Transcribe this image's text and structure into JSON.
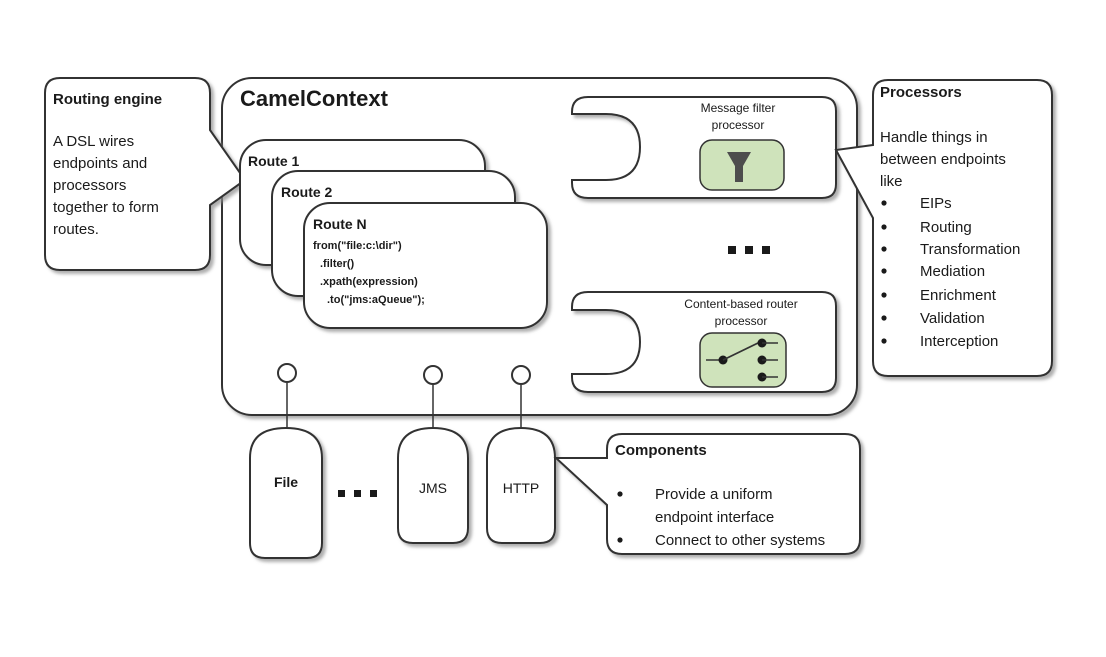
{
  "camel_context": {
    "title": "CamelContext"
  },
  "routing_engine": {
    "title": "Routing engine",
    "lines": [
      "A DSL wires",
      "endpoints and",
      "processors",
      "together to form",
      "routes."
    ]
  },
  "routes": {
    "route1": "Route 1",
    "route2": "Route 2",
    "routeN": {
      "title": "Route N",
      "code": [
        "from(\"file:c:\\dir\")",
        ".filter()",
        ".xpath(expression)",
        ".to(\"jms:aQueue\");"
      ]
    }
  },
  "message_filter": {
    "label_lines": [
      "Message filter",
      "processor"
    ]
  },
  "ellipsis": "...",
  "content_router": {
    "label_lines": [
      "Content-based router",
      "processor"
    ]
  },
  "processors_box": {
    "title": "Processors",
    "intro": [
      "Handle things in",
      "between endpoints",
      "like"
    ],
    "items": [
      "EIPs",
      "Routing",
      "Transformation",
      "Mediation",
      "Enrichment",
      "Validation",
      "Interception"
    ]
  },
  "endpoints": {
    "file": "File",
    "jms": "JMS",
    "http": "HTTP"
  },
  "components_box": {
    "title": "Components",
    "items": [
      [
        "Provide a uniform",
        "endpoint interface"
      ],
      [
        "Connect to other systems"
      ]
    ]
  },
  "colors": {
    "stroke": "#333333",
    "shadow": "#9a9a9a",
    "processor_fill": "#cfe3bb",
    "processor_icon": "#4d4d4d"
  }
}
